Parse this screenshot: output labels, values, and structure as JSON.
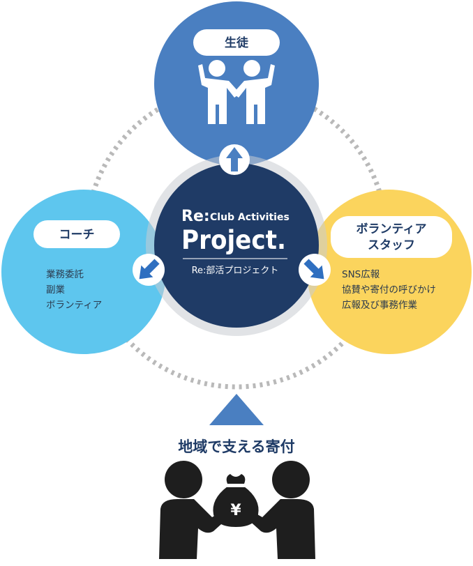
{
  "roles": {
    "student": {
      "label": "生徒"
    },
    "coach": {
      "label": "コーチ",
      "items": [
        "業務委託",
        "副業",
        "ボランティア"
      ]
    },
    "volunteer": {
      "label_line1": "ボランティア",
      "label_line2": "スタッフ",
      "items": [
        "SNS広報",
        "協賛や寄付の呼びかけ",
        "広報及び事務作業"
      ]
    }
  },
  "center": {
    "re": "Re:",
    "club_activities": "Club Activities",
    "project": "Project.",
    "subtitle": "Re:部活プロジェクト"
  },
  "community": {
    "label": "地域で支える寄付",
    "currency_symbol": "¥"
  },
  "colors": {
    "student_blue": "#4a7fc1",
    "center_navy": "#1f3b66",
    "coach_sky": "#5ec6ee",
    "volunteer_yellow": "#fbd45d",
    "dots_gray": "#b9b9b9",
    "triangle_blue": "#4a7fc1",
    "figure_black": "#1e1e1e"
  },
  "icons": [
    "two-students-icon",
    "up-arrow-icon",
    "down-left-arrow-icon",
    "down-right-arrow-icon",
    "money-bag-icon",
    "two-people-icon"
  ]
}
